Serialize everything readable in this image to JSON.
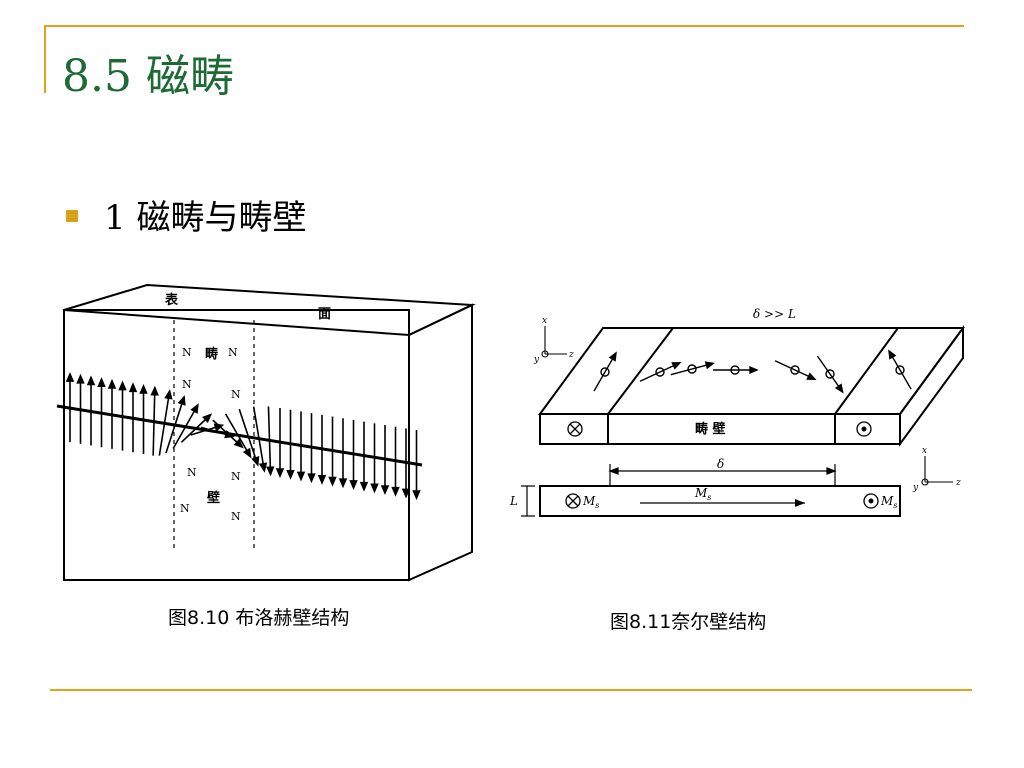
{
  "slide": {
    "title": "8.5 磁畴",
    "bullet": "1 磁畴与畴壁",
    "accent_color": "#e0a31a",
    "title_color": "#1d6a35",
    "bullet_color": "#d8a21b"
  },
  "figure1": {
    "caption": "图8.10 布洛赫壁结构",
    "labels": {
      "surface_a": "表",
      "surface_b": "面",
      "domain_char": "畴",
      "wall_char": "壁",
      "pole": "N"
    }
  },
  "figure2": {
    "caption": "图8.11奈尔壁结构",
    "labels": {
      "top_delta": "δ >> L",
      "domain_wall": "畴 壁",
      "delta": "δ",
      "L": "L",
      "Ms_left": "M",
      "Ms_center": "M",
      "Ms_right": "M",
      "sub_s": "s",
      "axis_x": "x",
      "axis_y": "y",
      "axis_z": "z"
    }
  }
}
